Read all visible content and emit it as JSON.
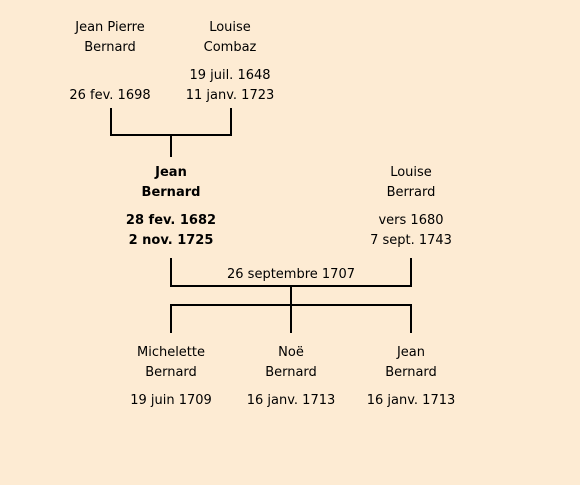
{
  "colors": {
    "background": "#fdebd3",
    "line": "#000000"
  },
  "grandparents": {
    "father": {
      "first": "Jean Pierre",
      "last": "Bernard",
      "birth": "",
      "death": "26 fev. 1698"
    },
    "mother": {
      "first": "Louise",
      "last": "Combaz",
      "birth": "19 juil. 1648",
      "death": "11 janv. 1723"
    }
  },
  "parents": {
    "father": {
      "first": "Jean",
      "last": "Bernard",
      "birth": "28 fev. 1682",
      "death": "2 nov. 1725"
    },
    "mother": {
      "first": "Louise",
      "last": "Berrard",
      "birth": "vers 1680",
      "death": "7 sept. 1743"
    },
    "marriage": "26 septembre 1707"
  },
  "children": [
    {
      "first": "Michelette",
      "last": "Bernard",
      "date": "19 juin 1709"
    },
    {
      "first": "Noë",
      "last": "Bernard",
      "date": "16 janv. 1713"
    },
    {
      "first": "Jean",
      "last": "Bernard",
      "date": "16 janv. 1713"
    }
  ]
}
